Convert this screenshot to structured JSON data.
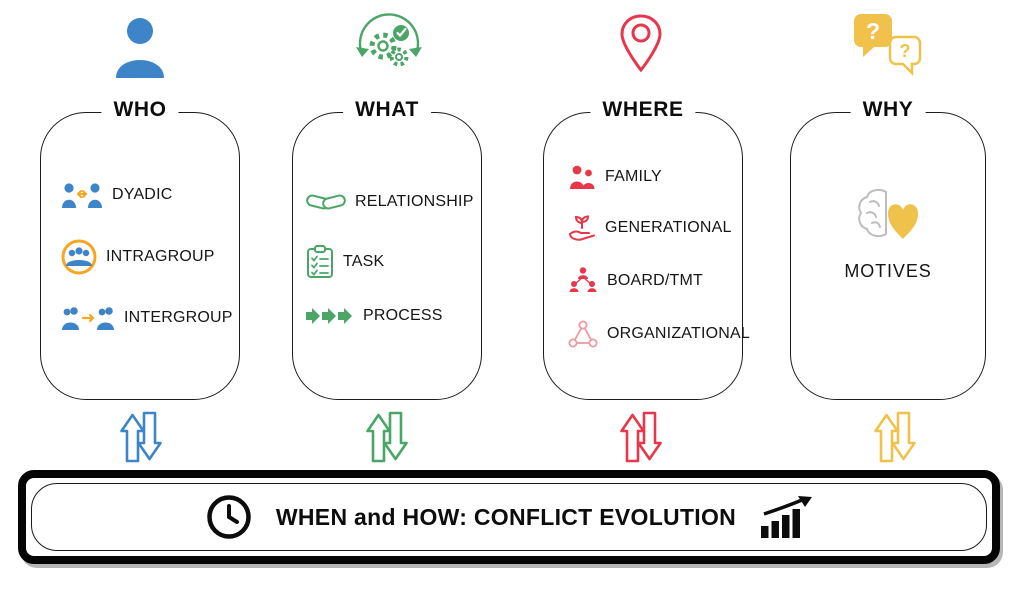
{
  "columns": [
    {
      "id": "who",
      "title": "WHO",
      "accent_color": "#3d85c8",
      "header_icon": "person-icon",
      "items": [
        {
          "label": "DYADIC",
          "icon": "dyadic-icon"
        },
        {
          "label": "INTRAGROUP",
          "icon": "intragroup-icon"
        },
        {
          "label": "INTERGROUP",
          "icon": "intergroup-icon"
        }
      ]
    },
    {
      "id": "what",
      "title": "WHAT",
      "accent_color": "#4ba567",
      "header_icon": "gears-cycle-icon",
      "items": [
        {
          "label": "RELATIONSHIP",
          "icon": "handshake-icon"
        },
        {
          "label": "TASK",
          "icon": "checklist-icon"
        },
        {
          "label": "PROCESS",
          "icon": "process-arrows-icon"
        }
      ]
    },
    {
      "id": "where",
      "title": "WHERE",
      "accent_color": "#e8374a",
      "header_icon": "location-pin-icon",
      "items": [
        {
          "label": "FAMILY",
          "icon": "family-icon"
        },
        {
          "label": "GENERATIONAL",
          "icon": "generational-icon"
        },
        {
          "label": "BOARD/TMT",
          "icon": "board-tmt-icon"
        },
        {
          "label": "ORGANIZATIONAL",
          "icon": "organizational-icon"
        }
      ]
    },
    {
      "id": "why",
      "title": "WHY",
      "accent_color": "#f0c24b",
      "header_icon": "question-bubbles-icon",
      "items": [
        {
          "label": "MOTIVES",
          "icon": "brain-heart-icon"
        }
      ]
    }
  ],
  "bottom_bar": {
    "label": "WHEN and HOW: CONFLICT EVOLUTION",
    "left_icon": "clock-icon",
    "right_icon": "growth-chart-icon"
  }
}
